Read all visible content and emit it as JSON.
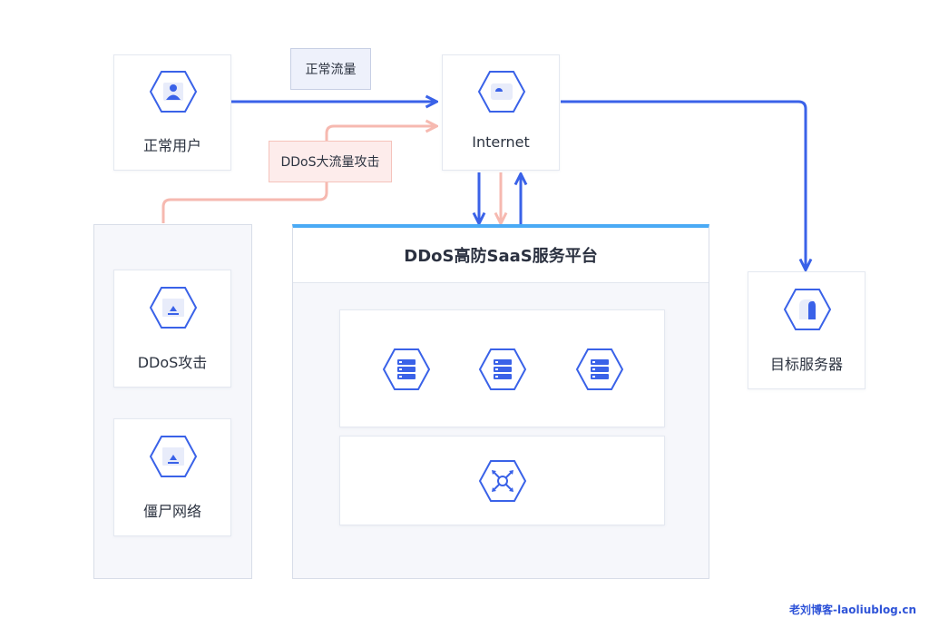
{
  "colors": {
    "accent": "#3a62e8",
    "attack": "#f6b9b0",
    "attack_bg": "#fdeceb",
    "platform_bar": "#4aaaf5",
    "label_bg": "#eef1fb"
  },
  "nodes": {
    "normal_user": {
      "label": "正常用户",
      "icon": "user-icon"
    },
    "internet": {
      "label": "Internet",
      "icon": "cloud-icon"
    },
    "target_server": {
      "label": "目标服务器",
      "icon": "server-box-icon"
    },
    "ddos_attack": {
      "label": "DDoS攻击",
      "icon": "monitor-icon"
    },
    "botnet": {
      "label": "僵尸网络",
      "icon": "monitor-icon"
    }
  },
  "flows": {
    "normal_traffic": "正常流量",
    "ddos_traffic": "DDoS大流量攻击"
  },
  "platform": {
    "title": "DDoS高防SaaS服务平台",
    "servers": [
      "server-stack-icon",
      "server-stack-icon",
      "server-stack-icon"
    ],
    "hub_icon": "network-hub-icon"
  },
  "watermark": "老刘博客-laoliublog.cn"
}
